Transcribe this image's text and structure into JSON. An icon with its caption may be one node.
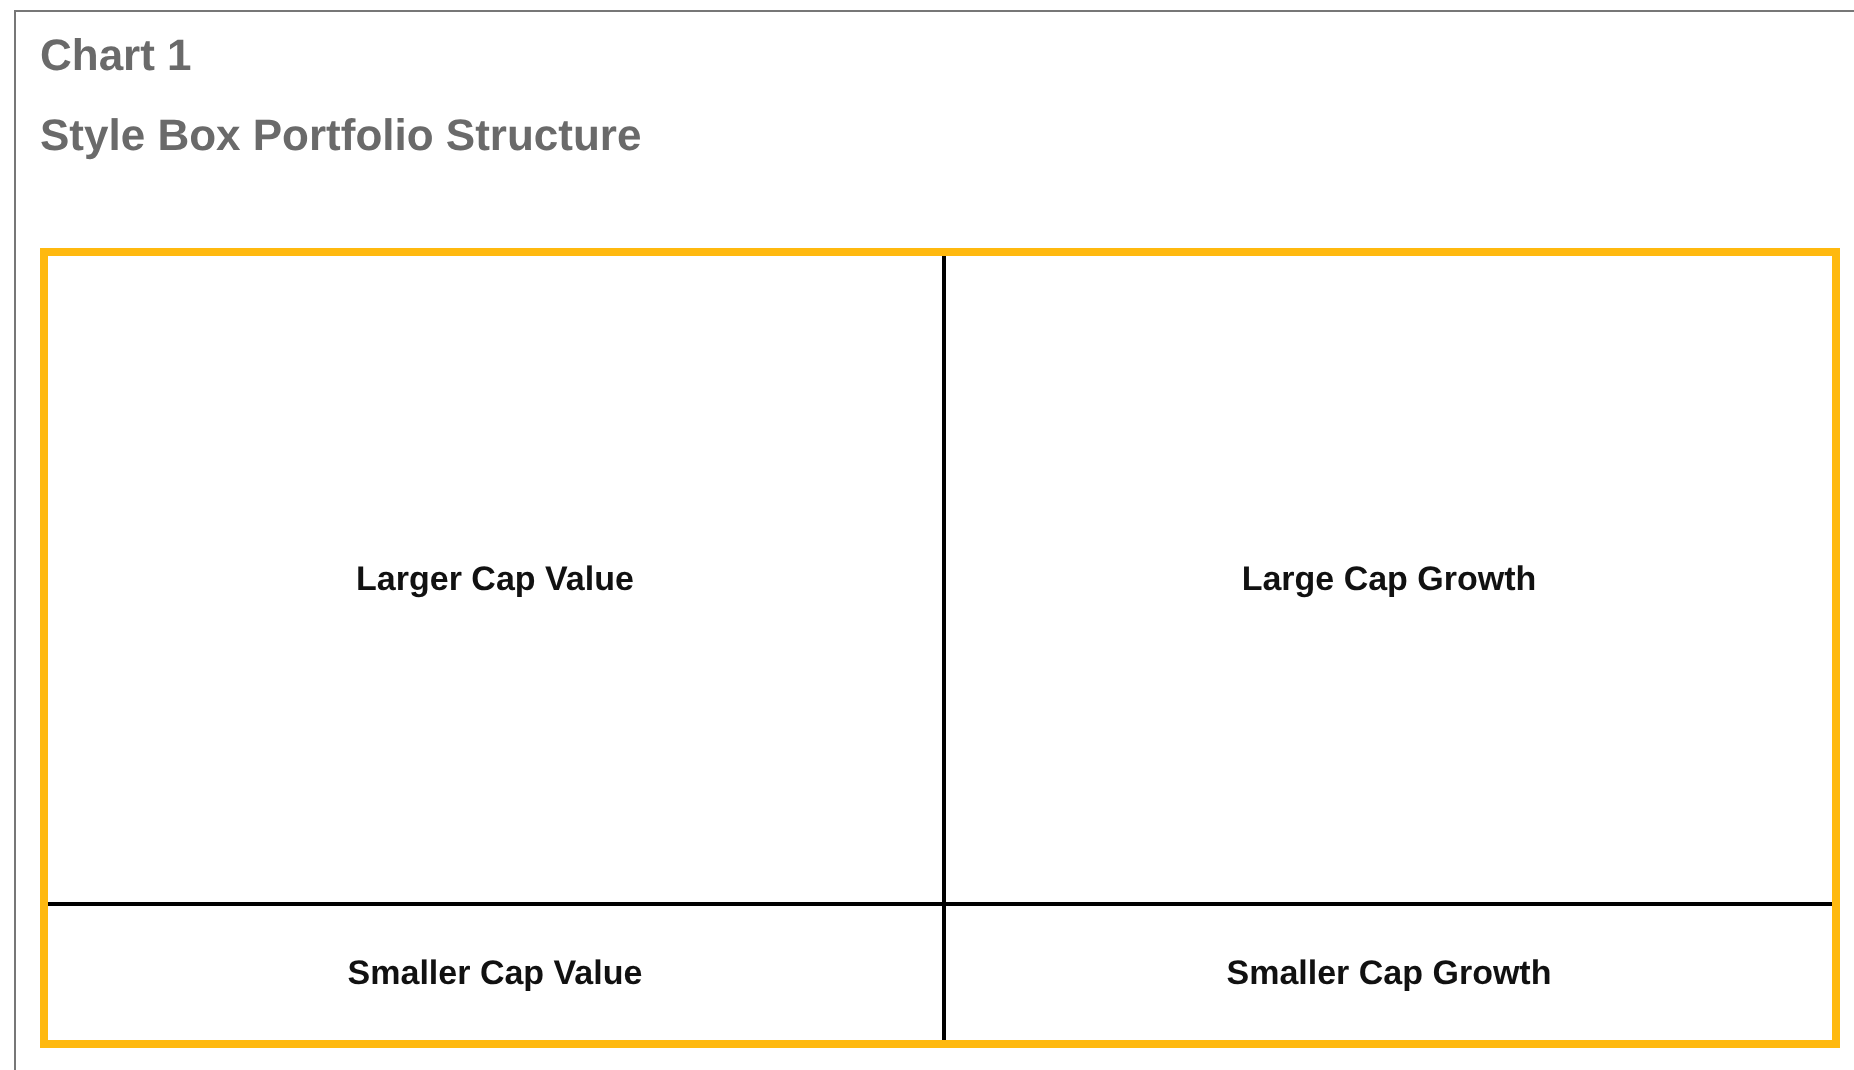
{
  "diagram": {
    "title": "Style Box Portfolio Structure",
    "labels": [
      "Chart 1"
    ],
    "nodes": [
      {
        "text": [],
        "shape": "box"
      },
      {
        "text": [
          "Larger Cap Value"
        ],
        "in": 0
      },
      {
        "text": [
          "Large Cap Growth"
        ],
        "in": 0
      },
      {
        "text": [
          "Smaller Cap Value"
        ],
        "in": 0
      },
      {
        "text": [
          "Smaller Cap Growth"
        ],
        "in": 0
      }
    ]
  }
}
